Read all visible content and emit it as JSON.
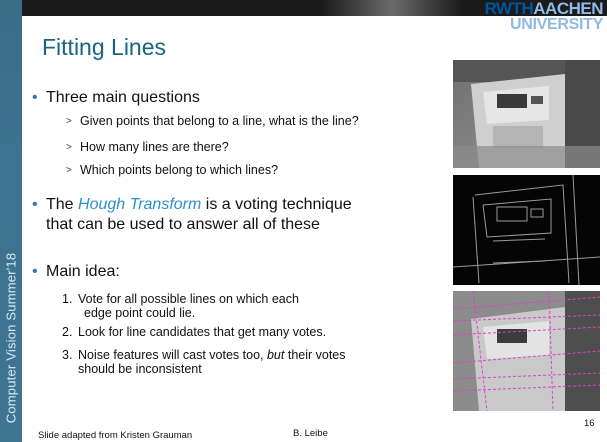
{
  "slide": {
    "title": "Fitting Lines",
    "side_label": "Computer Vision Summer'18",
    "logo": {
      "main": "RWTH",
      "accent": "AACHEN",
      "sub": "UNIVERSITY"
    },
    "bullets": [
      {
        "text": "Three main questions",
        "sub": [
          "Given points that belong to a line, what is the line?",
          "How many lines are there?",
          "Which points belong to which lines?"
        ]
      },
      {
        "pre": "The ",
        "highlight": "Hough Transform",
        "post": " is a voting technique",
        "line2": "that can be used to answer all of these"
      },
      {
        "text": "Main idea:",
        "numbered": [
          {
            "num": "1.",
            "line1": "Vote for all possible lines on which each",
            "line2": "edge point could lie."
          },
          {
            "num": "2.",
            "line1": "Look for line candidates that get many votes."
          },
          {
            "num": "3.",
            "pre": "Noise features will cast votes too, ",
            "em": "but",
            "post": " their votes",
            "line2": "should be inconsistent"
          }
        ]
      }
    ],
    "footer": {
      "credit": "Slide adapted from Kristen Grauman",
      "author": "B. Leibe",
      "page": "16"
    }
  },
  "colors": {
    "band": "#3d7290",
    "title": "#17657f",
    "bullet": "#2e7da6",
    "highlight": "#2e8fcf",
    "rwth": "#00549f",
    "aachen": "#8ebae5"
  }
}
